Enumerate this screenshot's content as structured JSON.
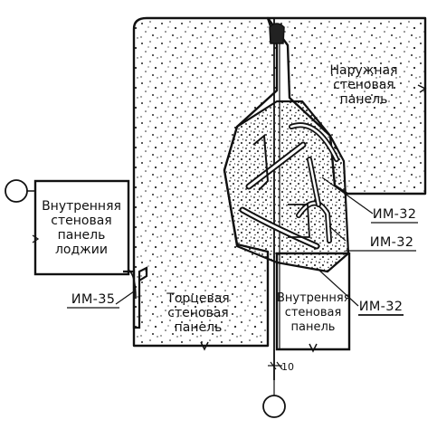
{
  "labels": {
    "outer_panel": [
      "Наружная",
      "стеновая",
      "панель"
    ],
    "loggia_panel": [
      "Внутренняя",
      "стеновая",
      "панель",
      "лоджии"
    ],
    "end_panel": [
      "Торцевая",
      "стеновая",
      "панель"
    ],
    "inner_panel": [
      "Внутренняя",
      "стеновая",
      "панель"
    ]
  },
  "marks": {
    "im35": "ИМ-35",
    "im32_top": "ИМ-32",
    "im32_mid": "ИМ-32",
    "im32_bottom": "ИМ-32"
  },
  "dimension": "10"
}
